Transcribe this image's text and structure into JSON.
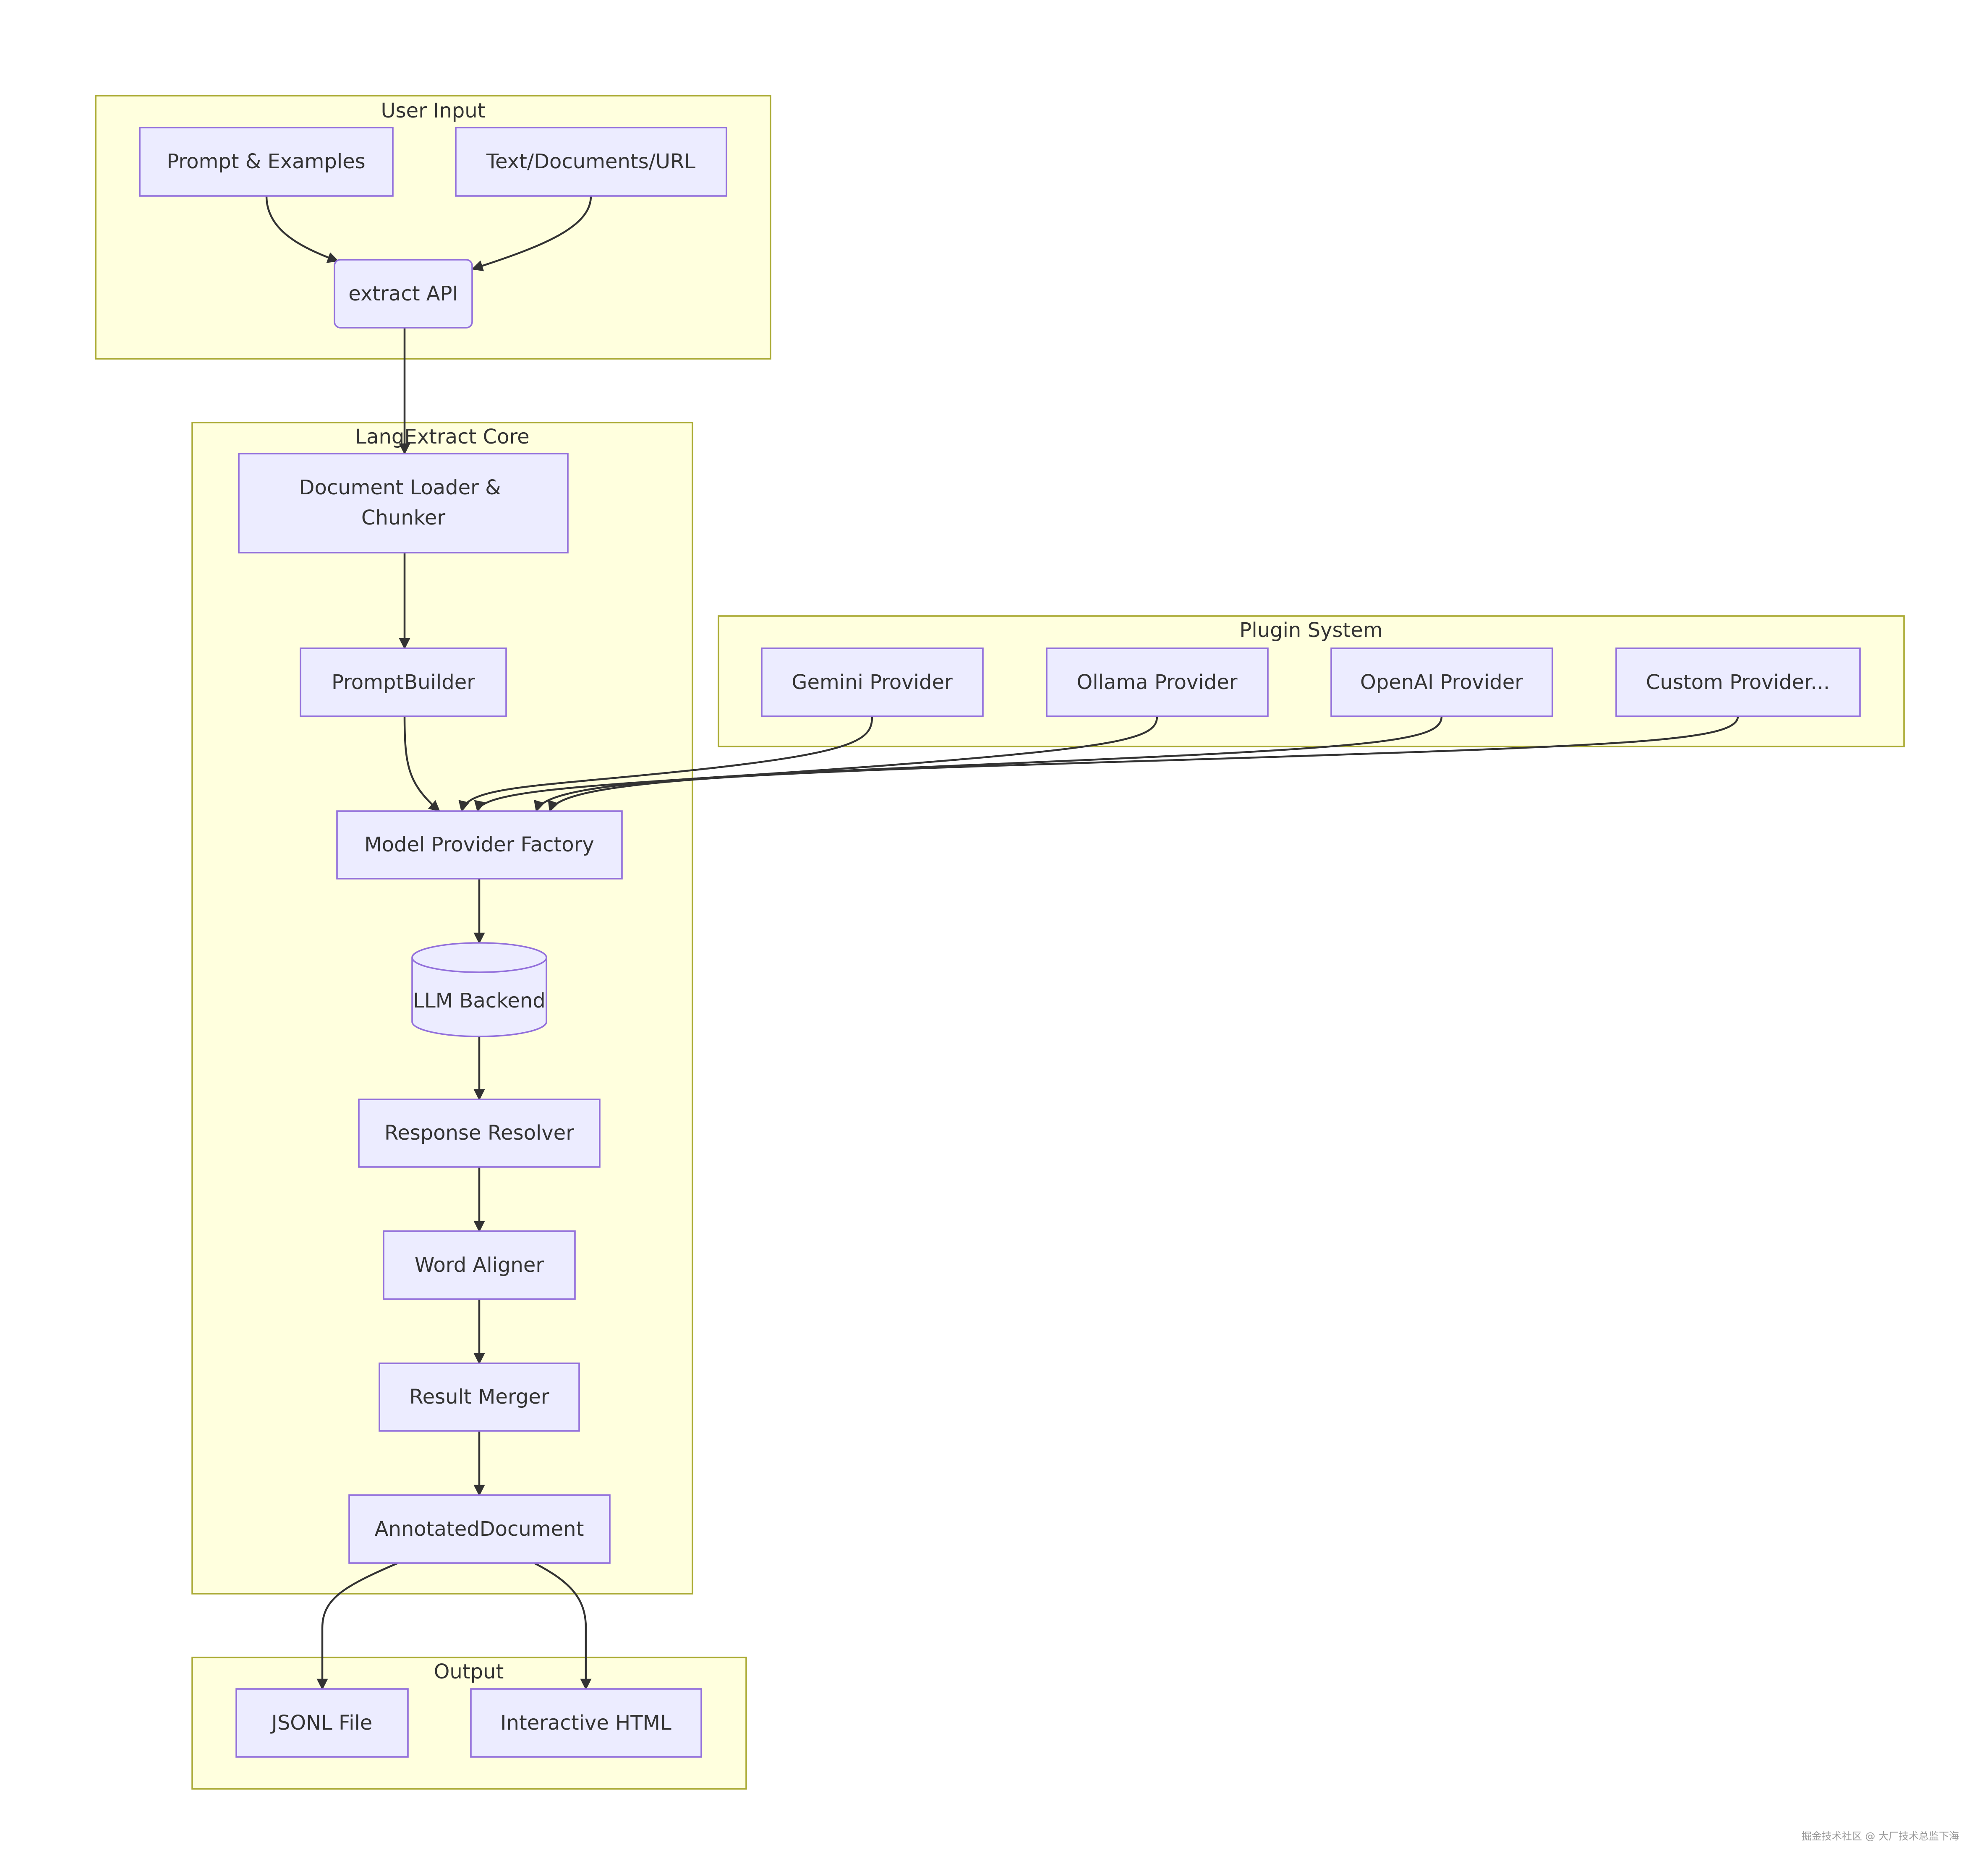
{
  "groups": {
    "user_input": "User Input",
    "core": "LangExtract Core",
    "plugin": "Plugin System",
    "output": "Output"
  },
  "nodes": {
    "prompt_examples": "Prompt & Examples",
    "text_docs_url": "Text/Documents/URL",
    "extract_api": "extract API",
    "doc_loader_line1": "Document Loader &",
    "doc_loader_line2": "Chunker",
    "prompt_builder": "PromptBuilder",
    "model_factory": "Model Provider Factory",
    "llm_backend": "LLM Backend",
    "response_resolver": "Response Resolver",
    "word_aligner": "Word Aligner",
    "result_merger": "Result Merger",
    "annotated_document": "AnnotatedDocument",
    "gemini": "Gemini Provider",
    "ollama": "Ollama Provider",
    "openai": "OpenAI Provider",
    "custom": "Custom Provider...",
    "jsonl": "JSONL File",
    "html": "Interactive HTML"
  },
  "watermark": "掘金技术社区 @ 大厂技术总监下海",
  "colors": {
    "group_fill": "#ffffde",
    "group_stroke": "#aaaa33",
    "node_fill": "#ececff",
    "node_stroke": "#9370db",
    "edge": "#333333"
  }
}
